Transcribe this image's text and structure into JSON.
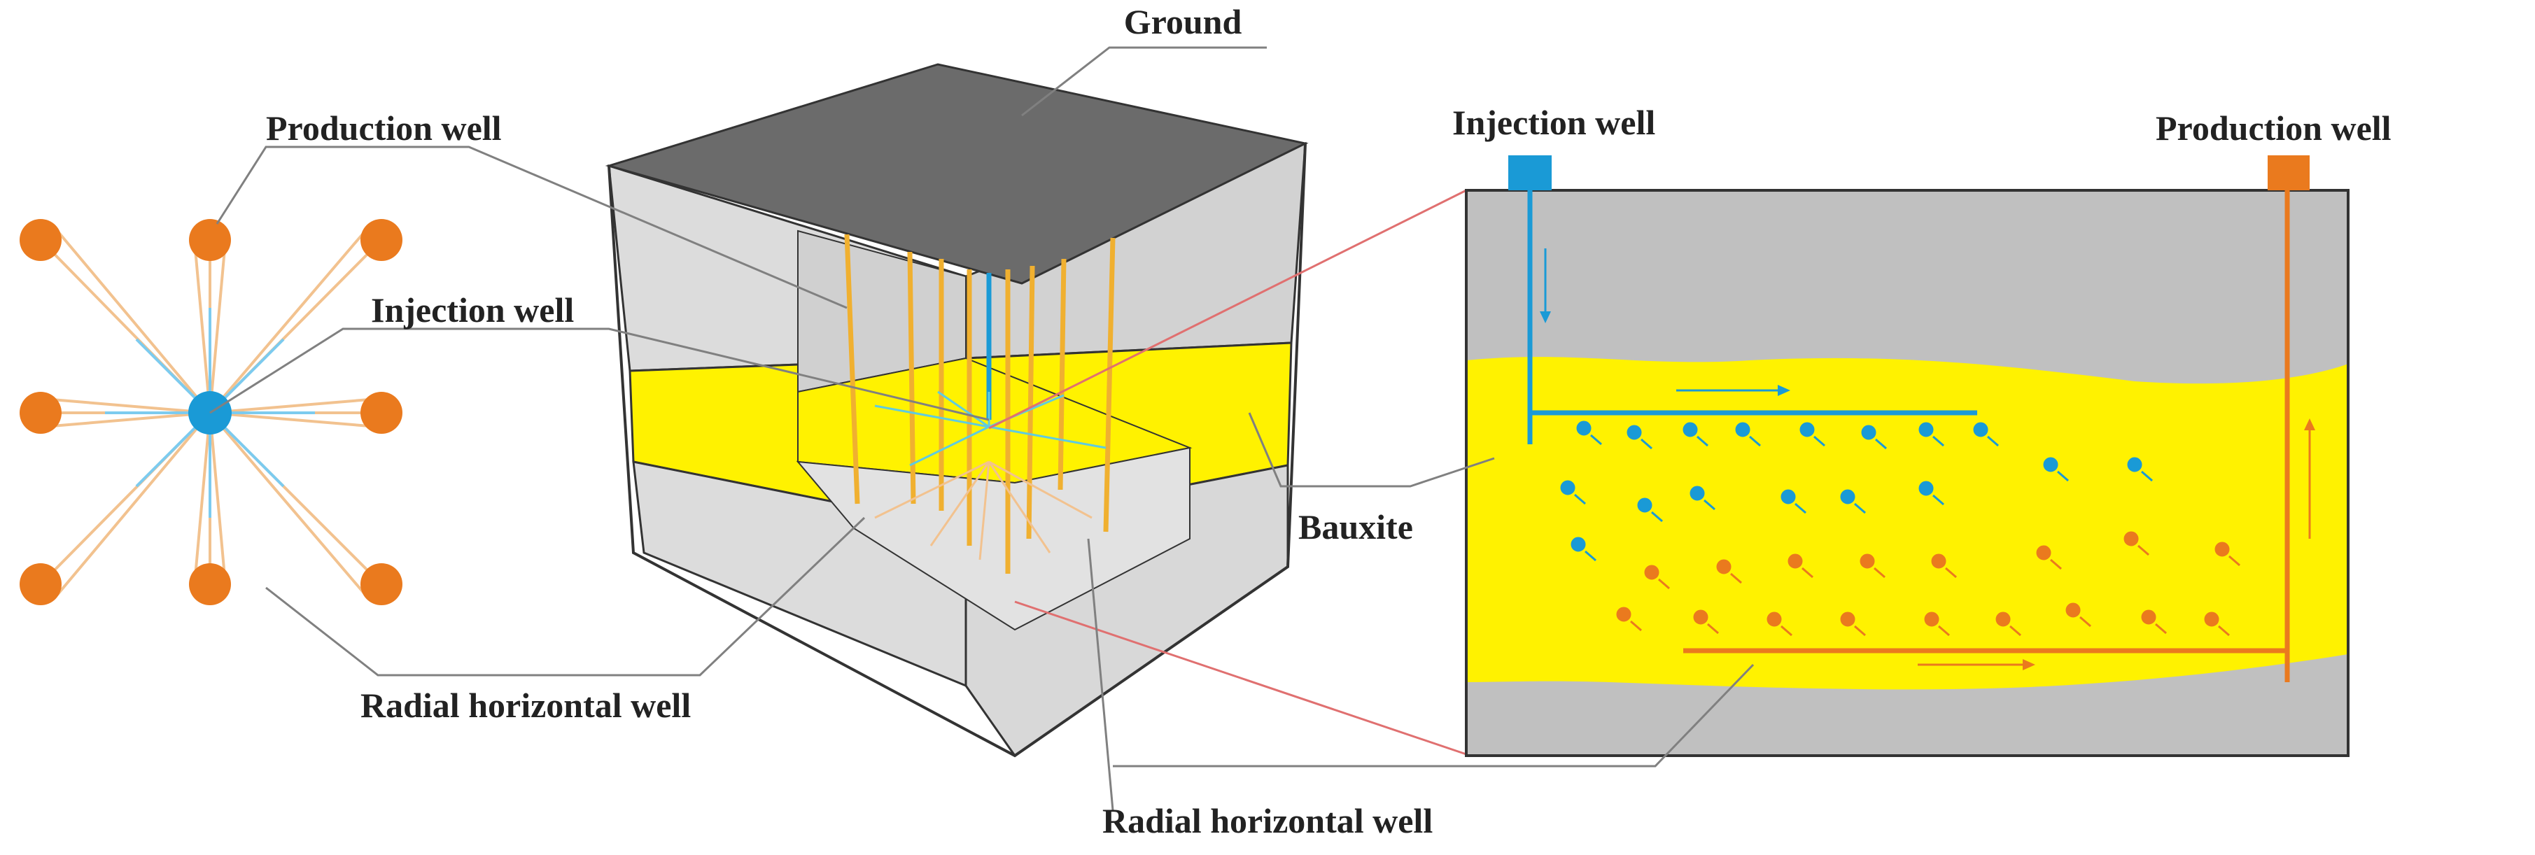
{
  "labels": {
    "ground": "Ground",
    "production_well_left": "Production well",
    "injection_well_left": "Injection well",
    "radial_horizontal_well_left": "Radial horizontal well",
    "bauxite": "Bauxite",
    "injection_well_right": "Injection well",
    "production_well_right": "Production well",
    "radial_horizontal_well_right": "Radial horizontal well"
  },
  "colors": {
    "injection": "#1a9ad6",
    "production": "#ea7a1e",
    "bauxite_layer": "#fff200",
    "rock_light": "#dcdcdc",
    "rock_mid": "#c0c0c0",
    "ground_top": "#6b6b6b",
    "leader_line": "#808080",
    "connector_line": "#e07070"
  },
  "icons": {
    "injection_marker": "blue-circle",
    "production_marker": "orange-circle",
    "flow_arrow": "small-arrow"
  }
}
